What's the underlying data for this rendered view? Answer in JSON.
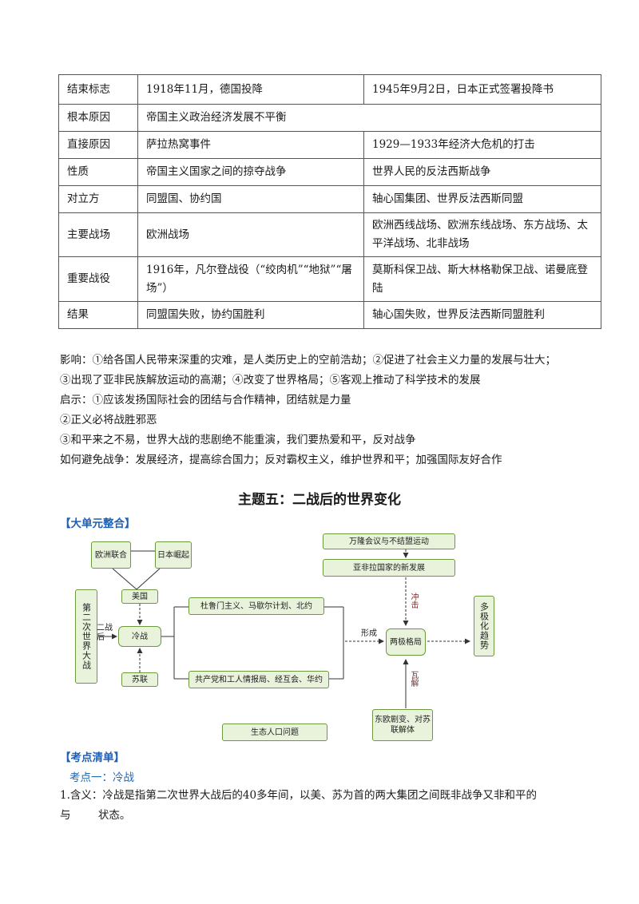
{
  "table": {
    "rows": [
      {
        "head": "结束标志",
        "a": "1918年11月，德国投降",
        "b": "1945年9月2日，日本正式签署投降书"
      },
      {
        "head": "根本原因",
        "a": "帝国主义政治经济发展不平衡",
        "b": null
      },
      {
        "head": "直接原因",
        "a": "萨拉热窝事件",
        "b": "1929—1933年经济大危机的打击"
      },
      {
        "head": "性质",
        "a": "帝国主义国家之间的掠夺战争",
        "b": "世界人民的反法西斯战争"
      },
      {
        "head": "对立方",
        "a": "同盟国、协约国",
        "b": "轴心国集团、世界反法西斯同盟"
      },
      {
        "head": "主要战场",
        "a": "欧洲战场",
        "b": "欧洲西线战场、欧洲东线战场、东方战场、太平洋战场、北非战场"
      },
      {
        "head": "重要战役",
        "a": "1916年，凡尔登战役（“绞肉机”“地狱”“屠场”）",
        "b": "莫斯科保卫战、斯大林格勒保卫战、诺曼底登陆"
      },
      {
        "head": "结果",
        "a": "同盟国失败，协约国胜利",
        "b": "轴心国失败，世界反法西斯同盟胜利"
      }
    ]
  },
  "paragraphs": {
    "p1": "影响：①给各国人民带来深重的灾难，是人类历史上的空前浩劫；②促进了社会主义力量的发展与壮大；",
    "p2": "③出现了亚非民族解放运动的高潮；④改变了世界格局；⑤客观上推动了科学技术的发展",
    "p3": "启示：①应该发扬国际社会的团结与合作精神，团结就是力量",
    "p4": "②正义必将战胜邪恶",
    "p5": "③和平来之不易，世界大战的悲剧绝不能重演，我们要热爱和平，反对战争",
    "p6": "如何避免战争：发展经济，提高综合国力；反对霸权主义，维护世界和平；加强国际友好合作"
  },
  "title": "主题五：二战后的世界变化",
  "unit_heading": "【大单元整合】",
  "diagram": {
    "ww2": "第二次世界大战",
    "europe": "欧洲联合",
    "japan": "日本崛起",
    "usa": "美国",
    "coldwar": "冷战",
    "ussr": "苏联",
    "postwar": "二战后",
    "truman": "杜鲁门主义、马歇尔计划、北约",
    "comecon": "共产党和工人情报局、经互会、华约",
    "formed": "形成",
    "bipolar": "两极格局",
    "bandung": "万隆会议与不结盟运动",
    "afro": "亚非拉国家的新发展",
    "impact": "冲击",
    "collapse": "瓦解",
    "easteu": "东欧剧变、对苏联解体",
    "multipolar": "多极化趋势",
    "ecology": "生态人口问题"
  },
  "checklist_heading": "【考点清单】",
  "kp1": "考点一：冷战",
  "def1": "1.含义：冷战是指第二次世界大战后的40多年间，以美、苏为首的两大集团之间既非战争又非和平的",
  "def2": "与        状态。"
}
